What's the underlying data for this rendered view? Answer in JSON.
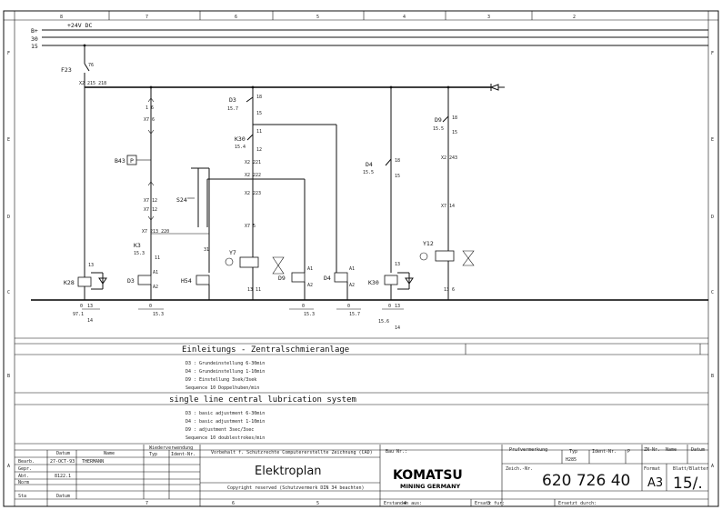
{
  "frame": {
    "cols": [
      "8",
      "7",
      "6",
      "5",
      "4",
      "3",
      "2"
    ],
    "rows": [
      "A",
      "B",
      "C",
      "D",
      "E",
      "F"
    ]
  },
  "rails": {
    "b_plus": "B+",
    "r30": "30",
    "r15": "15",
    "dc_label": "+24V DC"
  },
  "components": {
    "f23": {
      "name": "F23",
      "pin": "76",
      "ref": "X2 215 218"
    },
    "b43": {
      "name": "B43",
      "box": "P"
    },
    "k28": {
      "name": "K28",
      "pin": "13"
    },
    "d3_left": {
      "name": "D3",
      "a1": "A1",
      "a2": "A2"
    },
    "h54": {
      "name": "H54",
      "pin": "31"
    },
    "s24": {
      "name": "S24"
    },
    "k3": {
      "name": "K3",
      "ref": "15.3",
      "pin": "11"
    },
    "y7": {
      "name": "Y7"
    },
    "d9_coil": {
      "name": "D9",
      "a1": "A1",
      "a2": "A2"
    },
    "d4_coil": {
      "name": "D4",
      "a1": "A1",
      "a2": "A2"
    },
    "k30_coil": {
      "name": "K30",
      "pin": "13"
    },
    "d3_top": {
      "name": "D3",
      "ref": "15.7",
      "p1": "18",
      "p2": "15"
    },
    "k30_top": {
      "name": "K30",
      "ref": "15.4",
      "p1": "11",
      "p2": "12"
    },
    "d4_top": {
      "name": "D4",
      "ref": "15.5",
      "p1": "18",
      "p2": "15"
    },
    "d9_top": {
      "name": "D9",
      "ref": "15.5",
      "p1": "18",
      "p2": "15"
    },
    "y12": {
      "name": "Y12"
    }
  },
  "wire_labels": {
    "x7_6": "X7 6",
    "x7_12": "X7 12",
    "x7_12b": "X7 12",
    "x7_213": "X7 213 220",
    "x2_221": "X2 221",
    "x2_222": "X2 222",
    "x2_223": "X2 223",
    "x7_5": "X7 5",
    "x2_243": "X2 243",
    "x7_14": "X7 14",
    "p13": "13",
    "p14": "14"
  },
  "refs": {
    "under_k28": [
      "0",
      "13",
      "97.1",
      "14"
    ],
    "under_d3": [
      "0",
      "15.3"
    ],
    "under_d9": [
      "0",
      "15.3"
    ],
    "under_d4": [
      "0",
      "15.7"
    ],
    "under_k30": [
      "0",
      "13",
      "15.6",
      "14"
    ]
  },
  "desc": {
    "de_heading": "Einleitungs - Zentralschmieranlage",
    "de_lines": [
      "D3 : Grundeinstellung 6-30min",
      "D4 : Grundeinstellung 1-10min",
      "D9 : Einstellung 3sek/3sek",
      "  Sequence 10 Doppelhuben/min"
    ],
    "en_heading": "single line central lubrication system",
    "en_lines": [
      "D3 : basic adjustment 6-30min",
      "D4 : basic adjustment 1-10min",
      "D9 : adjustment 3sec/3sec",
      "  Sequence 10 doublestrokes/min"
    ]
  },
  "title_block": {
    "h_datum": "Datum",
    "h_name": "Name",
    "r_bearb": "Bearb.",
    "v_date": "27-OCT-93",
    "v_name": "THERMANN",
    "r_gepr": "Gepr.",
    "r_abt": "Abt.",
    "v_abt": "8122.1",
    "r_norm": "Norm",
    "r_sta": "Sta",
    "f_datum": "Datum",
    "wieder": "Wiederverwendung",
    "typ": "Typ",
    "ident": "Ident-Nr.",
    "vorbehalt": "Vorbehalt f. Schutzrechte  Computererstellte Zeichnung (CAD)",
    "title": "Elektroplan",
    "copyright": "Copyright reserved (Schutzvermerk DIN 34 beachten)",
    "erst": "Erstanden aus:",
    "ersatz": "Ersatz fur:",
    "ersatz_durch": "Ersetzt durch:",
    "bau": "Bau Nr.:",
    "logo": "KOMATSU",
    "logo_sub": "MINING GERMANY",
    "pruef": "Prufvermerkung",
    "typ2": "Typ",
    "ident2": "Ident-Nr.",
    "p": "P",
    "type_val": "H285",
    "zeich": "Zeich.-Nr.",
    "zeich_val": "620 726 40",
    "zn": "ZN-Nr.",
    "name2": "Name",
    "datum2": "Datum",
    "format": "Format",
    "blatt": "Blatt/Blatter",
    "format_val": "A3",
    "blatt_val": "15/.",
    "cols_bottom": [
      "7",
      "6",
      "5",
      "4",
      "3"
    ]
  }
}
